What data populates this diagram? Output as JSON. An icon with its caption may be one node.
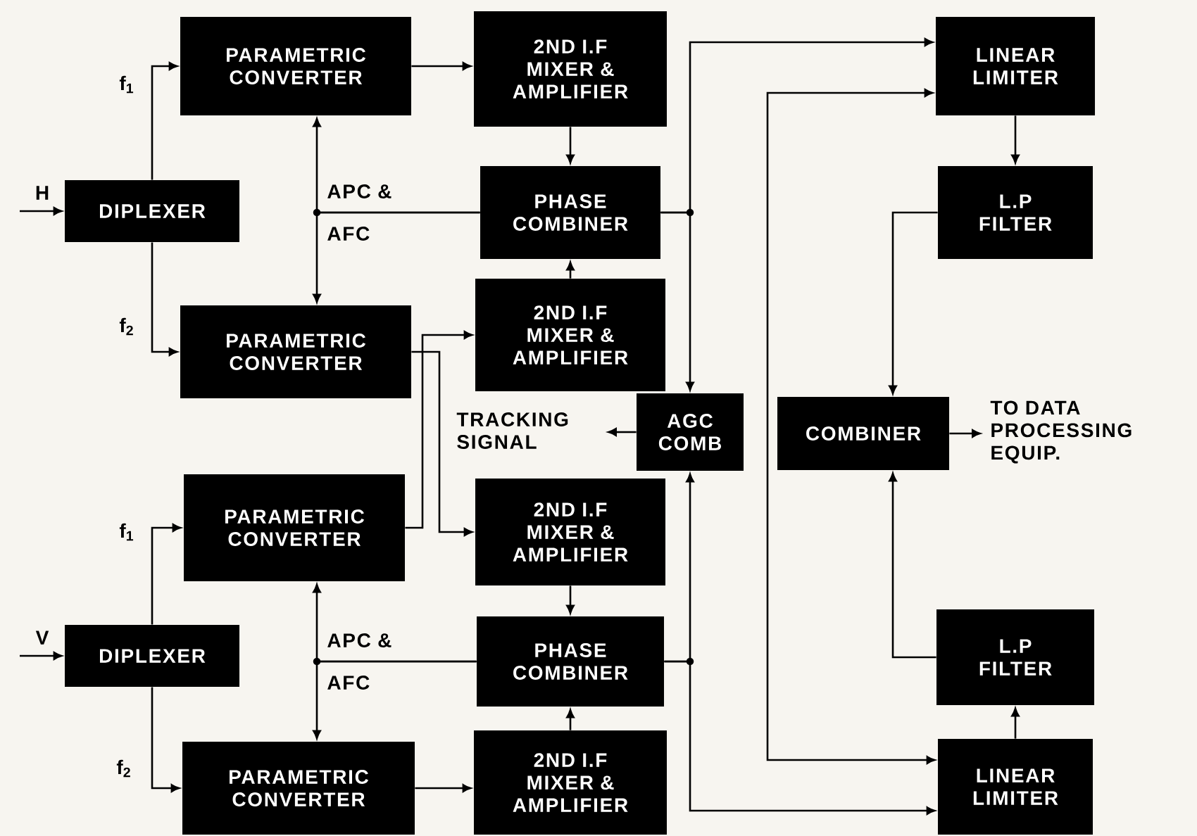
{
  "diagram": {
    "nodes": [
      {
        "text": [
          "DIPLEXER"
        ]
      },
      {
        "text": [
          "PARAMETRIC CONVERTER"
        ]
      },
      {
        "text": [
          "2ND I.F MIXER & AMPLIFIER"
        ]
      },
      {
        "text": [
          "PHASE COMBINER"
        ]
      },
      {
        "text": [
          "PARAMETRIC CONVERTER"
        ]
      },
      {
        "text": [
          "2ND I.F MIXER & AMPLIFIER"
        ]
      },
      {
        "text": [
          "AGC COMB"
        ]
      },
      {
        "text": [
          "PARAMETRIC CONVERTER"
        ]
      },
      {
        "text": [
          "2ND I.F MIXER & AMPLIFIER"
        ]
      },
      {
        "text": [
          "DIPLEXER"
        ]
      },
      {
        "text": [
          "PHASE COMBINER"
        ]
      },
      {
        "text": [
          "PARAMETRIC CONVERTER"
        ]
      },
      {
        "text": [
          "2ND I.F MIXER & AMPLIFIER"
        ]
      },
      {
        "text": [
          "LINEAR LIMITER"
        ]
      },
      {
        "text": [
          "L.P FILTER"
        ]
      },
      {
        "text": [
          "COMBINER"
        ]
      },
      {
        "text": [
          "L.P FILTER"
        ]
      },
      {
        "text": [
          "LINEAR LIMITER"
        ]
      }
    ],
    "edges": [
      {
        "from": null,
        "to": 0,
        "arrow": "to",
        "label": "H"
      },
      {
        "from": 0,
        "to": 1,
        "arrow": "to",
        "label": "f$_{1}$"
      },
      {
        "from": 0,
        "to": 4,
        "arrow": "to",
        "label": "f$_{2}$"
      },
      {
        "from": 1,
        "to": 2,
        "arrow": "to"
      },
      {
        "from": 2,
        "to": 3,
        "arrow": "to"
      },
      {
        "from": 5,
        "to": 3,
        "arrow": "to"
      },
      {
        "from": 3,
        "to": 1,
        "arrow": "to"
      },
      {
        "from": 3,
        "to": 4,
        "arrow": "to"
      },
      {
        "from": 3,
        "to": 13,
        "arrow": "to"
      },
      {
        "from": 3,
        "to": 6,
        "arrow": "to"
      },
      {
        "from": 4,
        "to": 8,
        "arrow": "to"
      },
      {
        "from": 7,
        "to": 5,
        "arrow": "to"
      },
      {
        "from": 6,
        "to": null,
        "arrow": "to",
        "label": "TRACKING SIGNAL"
      },
      {
        "from": null,
        "to": 9,
        "arrow": "to",
        "label": "V"
      },
      {
        "from": 9,
        "to": 7,
        "arrow": "to",
        "label": "f$_{1}$"
      },
      {
        "from": 9,
        "to": 11,
        "arrow": "to",
        "label": "f$_{2}$"
      },
      {
        "from": 8,
        "to": 10,
        "arrow": "to"
      },
      {
        "from": 12,
        "to": 10,
        "arrow": "to"
      },
      {
        "from": 11,
        "to": 12,
        "arrow": "to"
      },
      {
        "from": 10,
        "to": 7,
        "arrow": "to"
      },
      {
        "from": 10,
        "to": 11,
        "arrow": "to"
      },
      {
        "from": 10,
        "to": 6,
        "arrow": "to"
      },
      {
        "from": 10,
        "to": 17,
        "arrow": "to"
      },
      {
        "from": 13,
        "to": 14,
        "arrow": "to"
      },
      {
        "from": 14,
        "to": 15,
        "arrow": "to"
      },
      {
        "from": 16,
        "to": 15,
        "arrow": "to"
      },
      {
        "from": 17,
        "to": 16,
        "arrow": "to"
      },
      {
        "from": 15,
        "to": null,
        "arrow": "to",
        "label": "TO DATA PROCESSING EQUIP."
      },
      {
        "from": 13,
        "to": 17,
        "arrow": "both"
      }
    ],
    "labels": [
      "APC & AFC",
      "APC & AFC"
    ]
  }
}
